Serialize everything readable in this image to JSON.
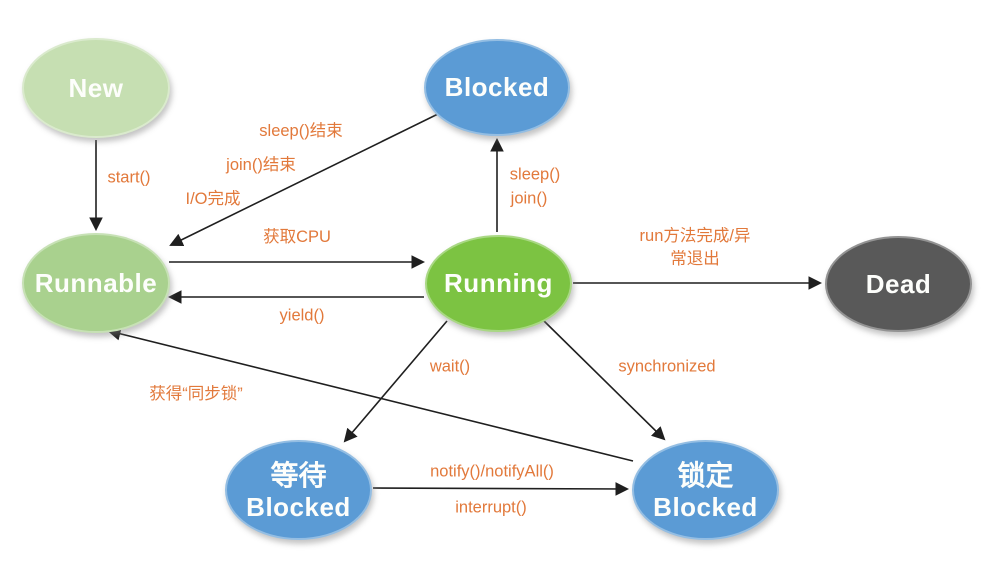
{
  "diagram": {
    "description": "Java thread state transition diagram",
    "colors": {
      "label_text": "#e2793b",
      "arrow": "#1f1f1f",
      "node_text": "#ffffff",
      "new_fill": "#c6dfb2",
      "runnable_fill": "#a9d18e",
      "running_fill": "#7cc342",
      "blocked_fill": "#5b9bd5",
      "dead_fill": "#595959"
    },
    "nodes": {
      "new": {
        "label": "New",
        "fill": "#c6dfb2"
      },
      "blocked": {
        "label": "Blocked",
        "fill": "#5b9bd5"
      },
      "runnable": {
        "label": "Runnable",
        "fill": "#a9d18e"
      },
      "running": {
        "label": "Running",
        "fill": "#7cc342"
      },
      "dead": {
        "label": "Dead",
        "fill": "#595959"
      },
      "wait_blocked": {
        "label_line1": "等待",
        "label_line2": "Blocked",
        "fill": "#5b9bd5"
      },
      "lock_blocked": {
        "label_line1": "锁定",
        "label_line2": "Blocked",
        "fill": "#5b9bd5"
      }
    },
    "edges": [
      {
        "from": "New",
        "to": "Runnable",
        "label": "start()"
      },
      {
        "from": "Blocked",
        "to": "Runnable",
        "labels": [
          "sleep()结束",
          "join()结束",
          "I/O完成"
        ]
      },
      {
        "from": "Running",
        "to": "Blocked",
        "labels": [
          "sleep()",
          "join()"
        ]
      },
      {
        "from": "Runnable",
        "to": "Running",
        "label": "获取CPU"
      },
      {
        "from": "Running",
        "to": "Runnable",
        "label": "yield()"
      },
      {
        "from": "Running",
        "to": "Dead",
        "labels": [
          "run方法完成/异",
          "常退出"
        ]
      },
      {
        "from": "Running",
        "to": "等待Blocked",
        "label": "wait()"
      },
      {
        "from": "Running",
        "to": "锁定Blocked",
        "label": "synchronized"
      },
      {
        "from": "锁定Blocked",
        "to": "Runnable",
        "label": "获得“同步锁”"
      },
      {
        "from": "等待Blocked",
        "to": "锁定Blocked",
        "labels": [
          "notify()/notifyAll()",
          "interrupt()"
        ]
      }
    ]
  }
}
